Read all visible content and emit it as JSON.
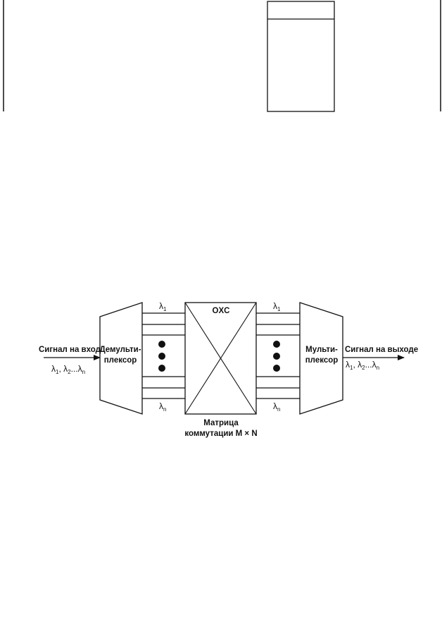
{
  "diagram": {
    "input_signal_label": "Сигнал на входе",
    "input_wavelengths": {
      "base": "λ",
      "s1": "1",
      "s2": "2",
      "sn": "n",
      "sep1": ", ",
      "sep2": "..."
    },
    "demux_line1": "Демульти-",
    "demux_line2": "плексор",
    "mux_line1": "Мульти-",
    "mux_line2": "плексор",
    "oxc_label": "OXC",
    "matrix_line1": "Матрица",
    "matrix_line2": "коммутации M × N",
    "left_top_lambda": {
      "base": "λ",
      "sub": "1"
    },
    "left_bottom_lambda": {
      "base": "λ",
      "sub": "n"
    },
    "right_top_lambda": {
      "base": "λ",
      "sub": "1"
    },
    "right_bottom_lambda": {
      "base": "λ",
      "sub": "n"
    },
    "output_signal_label": "Сигнал на выходе",
    "output_wavelengths": {
      "base": "λ",
      "s1": "1",
      "s2": "2",
      "sn": "n",
      "sep1": ", ",
      "sep2": "..."
    }
  },
  "colors": {
    "ink": "#111111",
    "background": "#ffffff"
  }
}
